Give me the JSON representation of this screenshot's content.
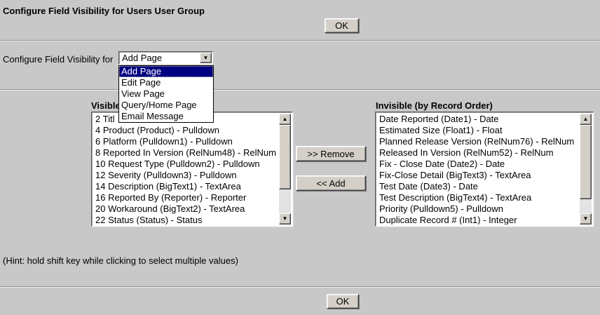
{
  "page": {
    "title": "Configure Field Visibility for Users User Group",
    "hint": "(Hint: hold shift key while clicking to select multiple values)",
    "ok_top_label": "OK",
    "ok_bottom_label": "OK"
  },
  "selector": {
    "label": "Configure Field Visibility for",
    "value": "Add Page",
    "selected_index": 0,
    "options": [
      "Add Page",
      "Edit Page",
      "View Page",
      "Query/Home Page",
      "Email Message"
    ]
  },
  "transfer": {
    "remove_label": ">> Remove",
    "add_label": "<< Add"
  },
  "visible_list": {
    "label": "Visible",
    "items": [
      "2 Titl",
      "4 Product (Product) - Pulldown",
      "6 Platform (Pulldown1) - Pulldown",
      "8 Reported In Version (RelNum48) - RelNum",
      "10 Request Type (Pulldown2) - Pulldown",
      "12 Severity (Pulldown3) - Pulldown",
      "14 Description (BigText1) - TextArea",
      "16 Reported By (Reporter) - Reporter",
      "20 Workaround (BigText2) - TextArea",
      "22 Status (Status) - Status"
    ]
  },
  "invisible_list": {
    "label": "Invisible (by Record Order)",
    "items": [
      "Date Reported (Date1) - Date",
      "Estimated Size (Float1) - Float",
      "Planned Release Version (RelNum76) - RelNum",
      "Released In Version (RelNum52) - RelNum",
      "Fix - Close Date (Date2) - Date",
      "Fix-Close Detail (BigText3) - TextArea",
      "Test Date (Date3) - Date",
      "Test Description (BigText4) - TextArea",
      "Priority (Pulldown5) - Pulldown",
      "Duplicate Record # (Int1) - Integer"
    ]
  },
  "icons": {
    "combo_arrow": "▼",
    "scroll_up": "▲",
    "scroll_down": "▼"
  },
  "colors": {
    "background": "#c8c8c8",
    "highlight": "#000080",
    "highlight_text": "#ffffff",
    "button_face": "#d4d0c8"
  }
}
